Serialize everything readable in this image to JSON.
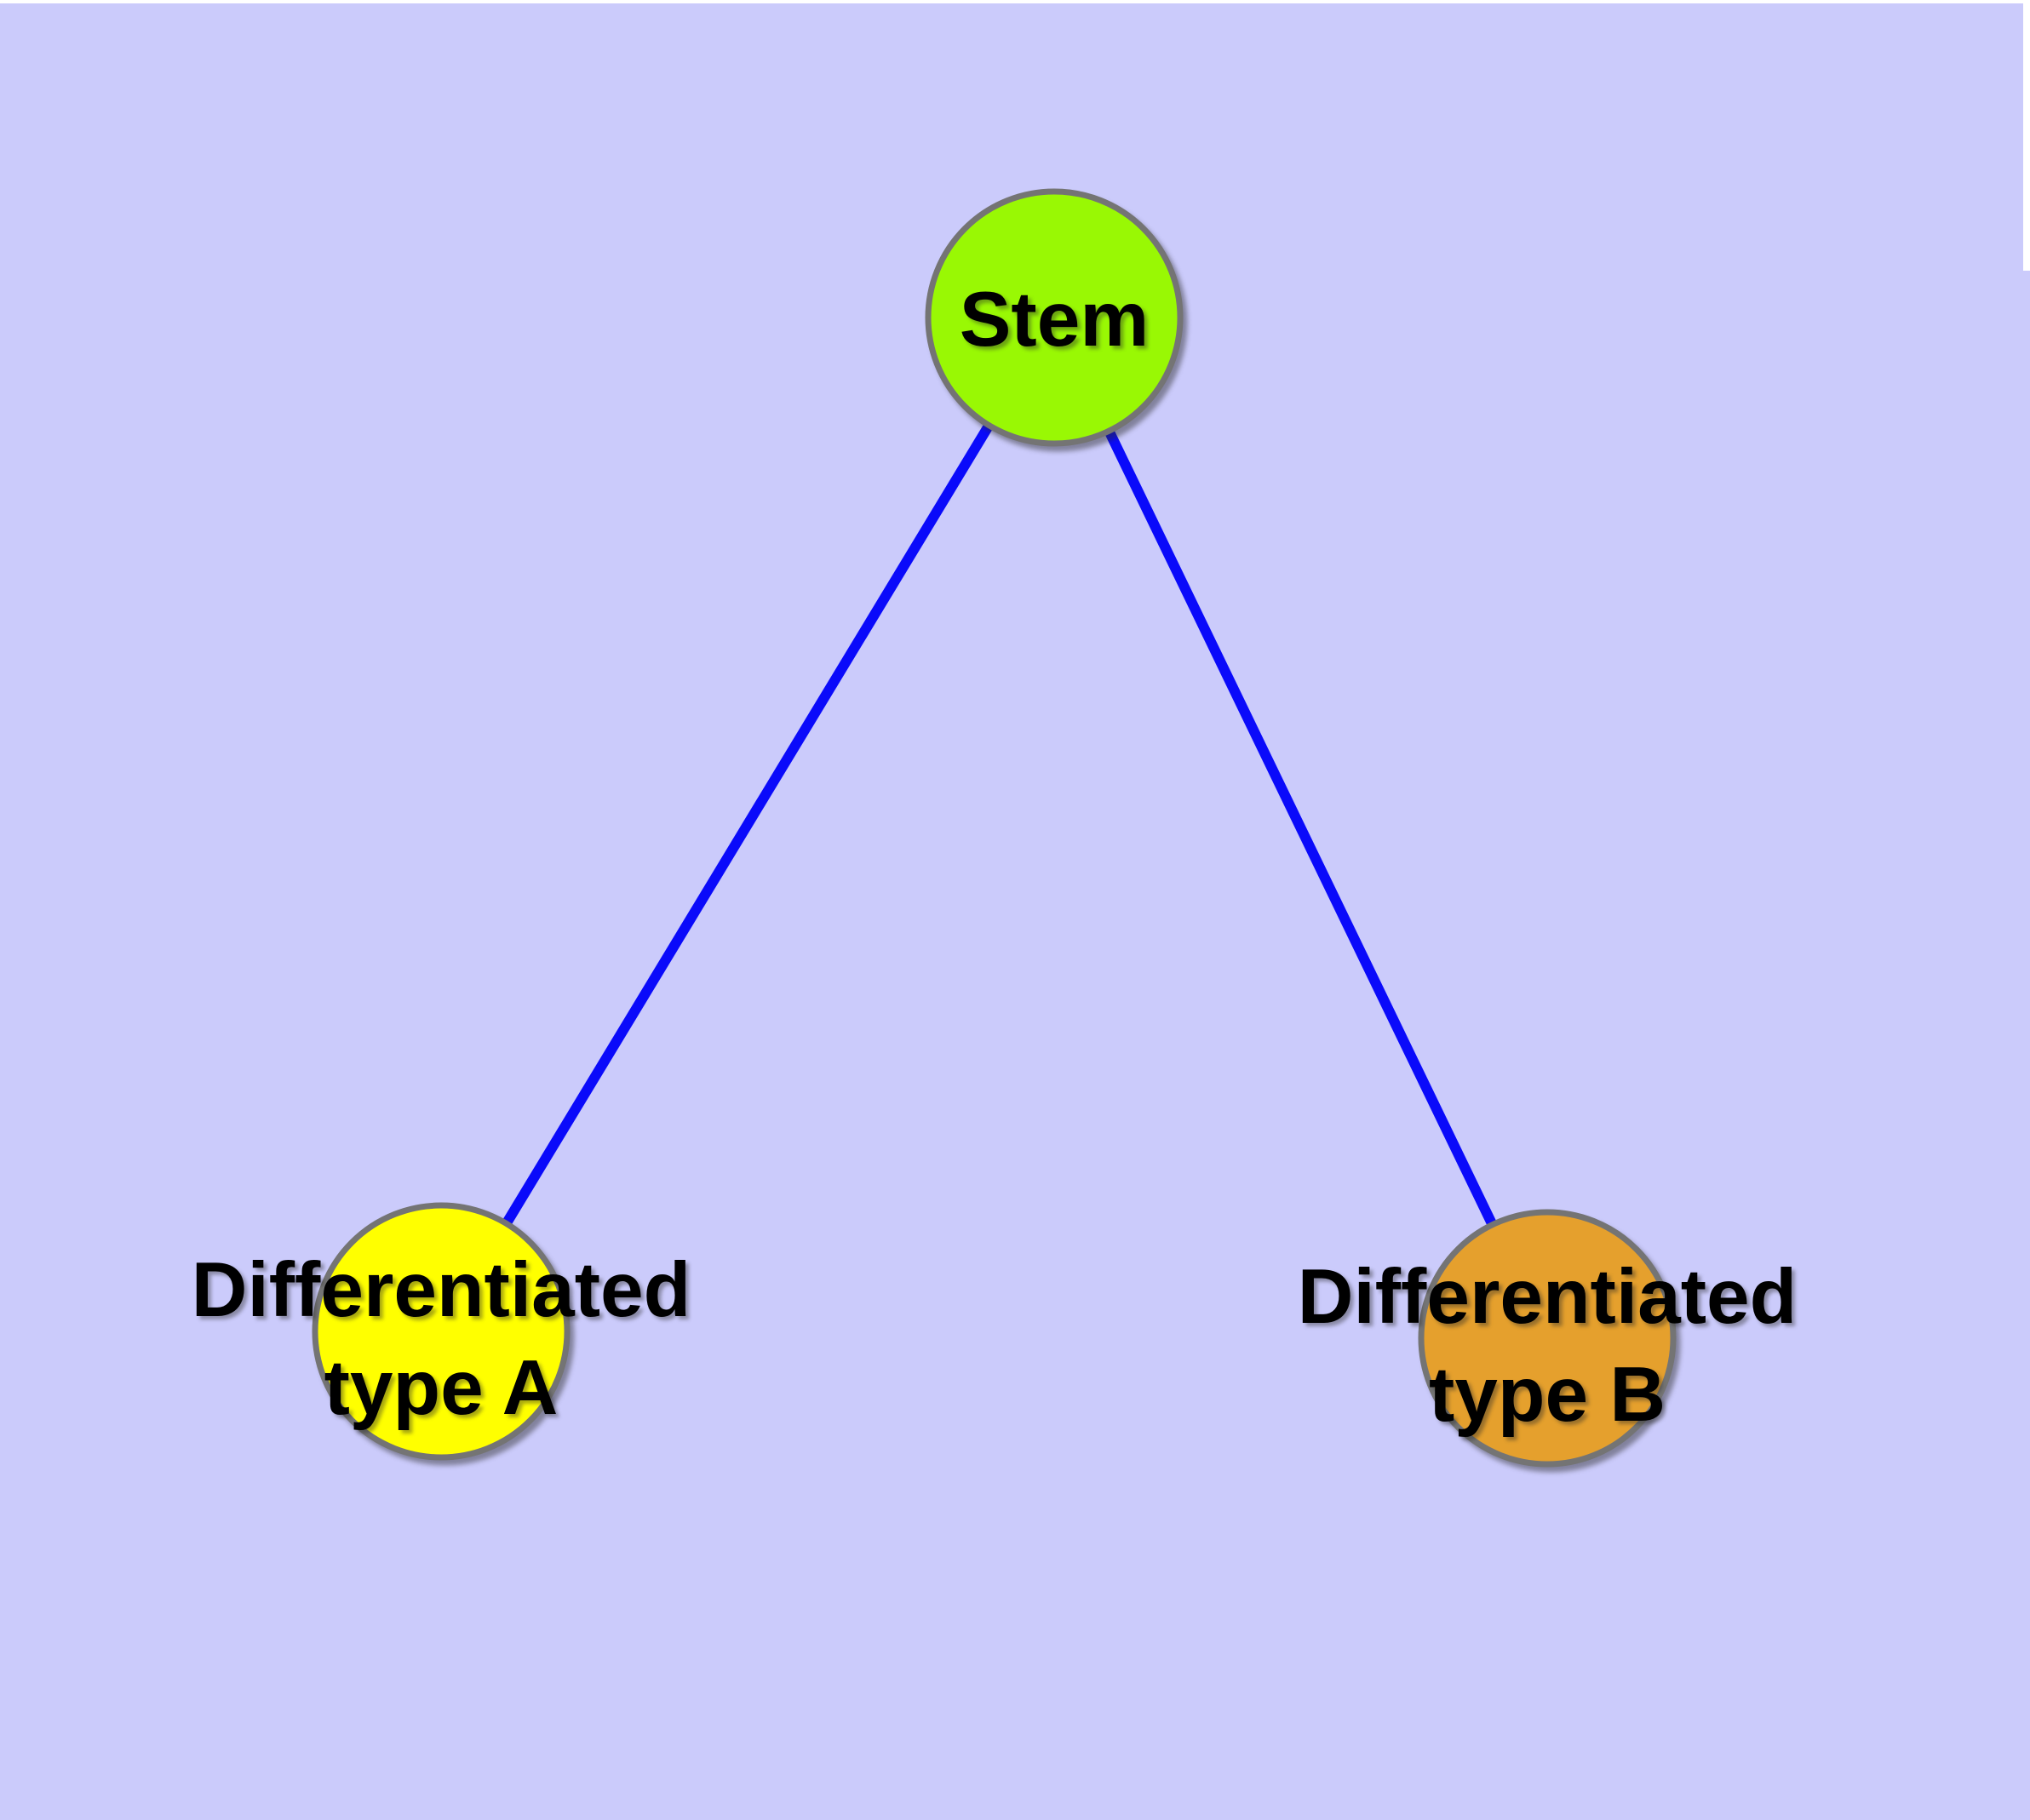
{
  "diagram": {
    "type": "node-link-graph",
    "description": "Stem cell differentiation diagram: a stem node connected to two differentiated cell type nodes",
    "style": {
      "background_color": "#CBCBFB",
      "page_margin_color": "#FFFFFF",
      "edge_color": "#0A0AFA",
      "node_border_color": "#747474",
      "label_color": "#000000"
    },
    "nodes": [
      {
        "id": "stem",
        "label": "Stem",
        "line1": "Stem",
        "fill": "#99F804"
      },
      {
        "id": "differentiated-type-a",
        "label": "Differentiated type A",
        "line1": "Differentiated",
        "line2": "type A",
        "fill": "#FFFF00"
      },
      {
        "id": "differentiated-type-b",
        "label": "Differentiated type B",
        "line1": "Differentiated",
        "line2": "type B",
        "fill": "#E5A02D"
      }
    ],
    "edges": [
      {
        "from": "Stem",
        "to": "Differentiated type A"
      },
      {
        "from": "Stem",
        "to": "Differentiated type B"
      }
    ]
  }
}
